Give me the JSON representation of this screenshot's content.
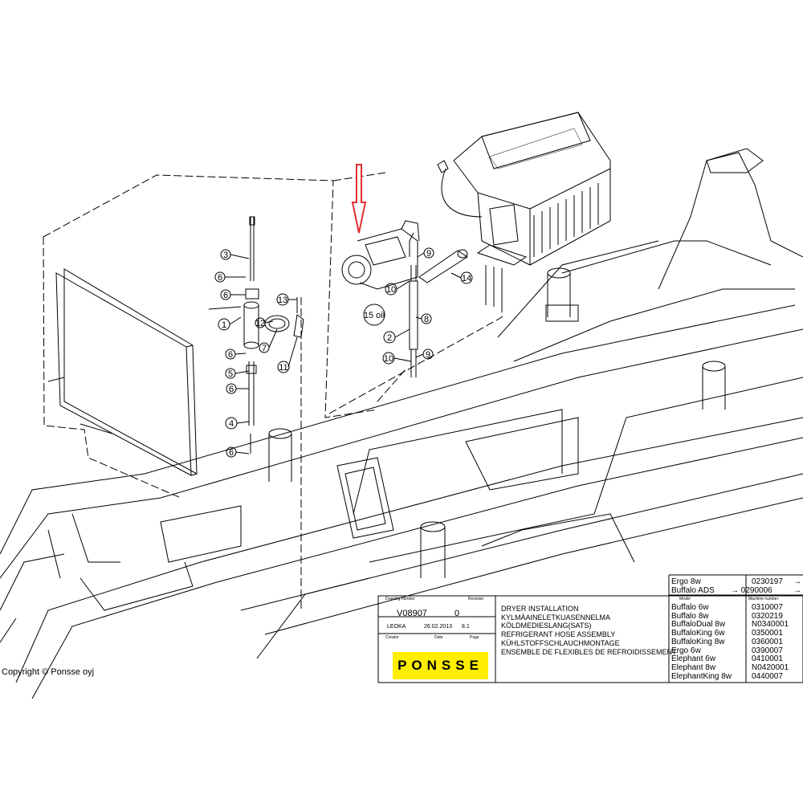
{
  "copyright": "Copyright © Ponsse oyj",
  "callouts": [
    "1",
    "2",
    "3",
    "4",
    "5",
    "6",
    "6",
    "6",
    "6",
    "6",
    "7",
    "8",
    "9",
    "9",
    "10",
    "10",
    "11",
    "12",
    "13",
    "14",
    "15 oil"
  ],
  "title_block": {
    "drawing_number_label": "Drawing number",
    "revision_label": "Revision",
    "drawing_number": "V08907",
    "revision": "0",
    "creator": "LEOKA",
    "date": "26.02.2013",
    "page": "8.1",
    "creator_label": "Creator",
    "date_label": "Date",
    "page_label": "Page",
    "logo": "PONSSE",
    "titles": [
      "DRYER INSTALLATION",
      "KYLMÄAINELETKUASENNELMA",
      "KÖLDMEDIESLANG(SATS)",
      "REFRIGERANT HOSE ASSEMBLY",
      "KÜHLSTOFFSCHLAUCHMONTAGE",
      "ENSEMBLE DE FLEXIBLES DE REFROIDISSEMENT"
    ],
    "model_label": "Model",
    "machine_number_label": "Machine number",
    "top_models": [
      {
        "model": "Ergo 8w",
        "number": "0230197",
        "arrow": "→"
      },
      {
        "model": "Buffalo ADS",
        "number": "→ 0290006",
        "arrow": "→"
      }
    ],
    "models": [
      {
        "model": "Buffalo 6w",
        "number": "0310007",
        "arrow": "→"
      },
      {
        "model": "Buffalo 8w",
        "number": "0320219",
        "arrow": "→"
      },
      {
        "model": "BuffaloDual 8w",
        "number": "N0340001",
        "arrow": "→"
      },
      {
        "model": "BuffaloKing 6w",
        "number": "0350001",
        "arrow": "→"
      },
      {
        "model": "BuffaloKing 8w",
        "number": "0360001",
        "arrow": "→"
      },
      {
        "model": "Ergo 6w",
        "number": "0390007",
        "arrow": "→"
      },
      {
        "model": "Elephant 6w",
        "number": "0410001",
        "arrow": "→"
      },
      {
        "model": "Elephant 8w",
        "number": "N0420001",
        "arrow": "→"
      },
      {
        "model": "ElephantKing 8w",
        "number": "0440007",
        "arrow": "→"
      }
    ]
  },
  "colors": {
    "pointer_arrow": "#e0302f",
    "logo_bg": "#ffee00",
    "line": "#000000"
  }
}
